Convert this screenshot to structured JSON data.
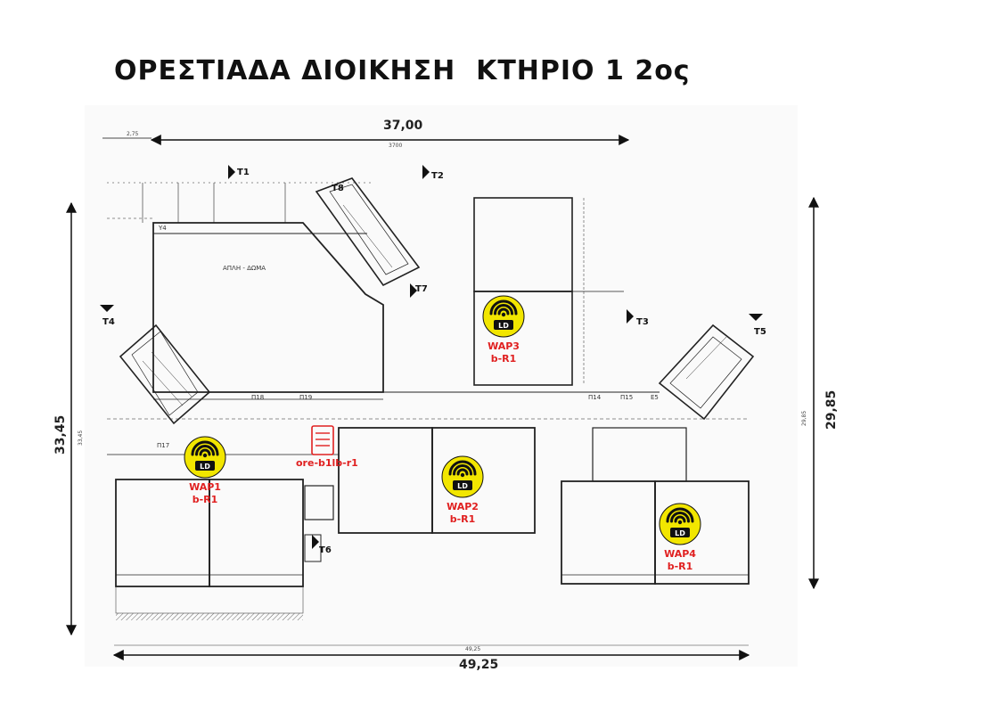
{
  "title": "ΟΡΕΣΤΙΑΔΑ ΔΙΟΙΚΗΣΗ  ΚΤΗΡΙΟ 1 2ος",
  "dimensions": {
    "top": "37,00",
    "top_small": "3700",
    "top_left": "2,75",
    "bottom": "49,25",
    "bottom_small": "49,25",
    "left": "33,45",
    "left_small": "33,45",
    "right": "29,85",
    "right_small": "29,85"
  },
  "area_label": "ΑΠΛΗ - ΔΩΜΑ",
  "access_points": [
    {
      "name": "WAP1",
      "ref": "b-R1",
      "badge": "LD"
    },
    {
      "name": "WAP2",
      "ref": "b-R1",
      "badge": "LD"
    },
    {
      "name": "WAP3",
      "ref": "b-R1",
      "badge": "LD"
    },
    {
      "name": "WAP4",
      "ref": "b-R1",
      "badge": "LD"
    }
  ],
  "rack": {
    "label": "ore-b1lb-r1",
    "color": "#e02020"
  },
  "markers": {
    "t1": "T1",
    "t2": "T2",
    "t3": "T3",
    "t4": "T4",
    "t5": "T5",
    "t6": "T6",
    "t7": "T7",
    "t8": "T8",
    "p17": "Π17",
    "p19": "Π19",
    "p18": "Π18",
    "p14": "Π14",
    "p15": "Π15",
    "e5": "E5",
    "y4": "Y4"
  },
  "colors": {
    "wap_fill": "#f2e600",
    "wap_icon": "#111111",
    "label_red": "#e02020",
    "plan_line": "#222222"
  }
}
